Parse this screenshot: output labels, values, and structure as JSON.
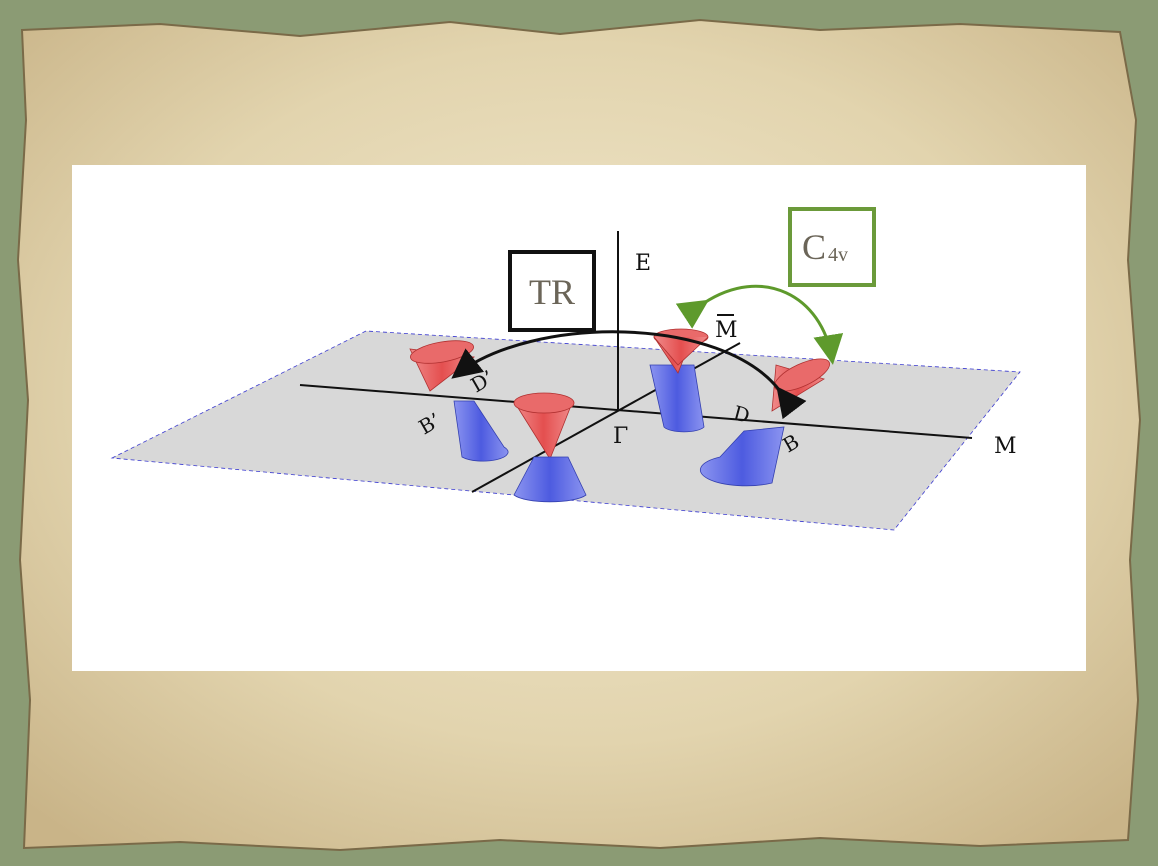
{
  "labels": {
    "energy_axis": "E",
    "m_bar": "M",
    "m": "M",
    "gamma": "Γ",
    "d": "D",
    "b": "B",
    "d_prime": "D’",
    "b_prime": "B’"
  },
  "boxes": {
    "time_reversal": "TR",
    "symmetry_main": "C",
    "symmetry_sub": "4v"
  },
  "colors": {
    "background_green": "#8a9a72",
    "paper": "#e8dcb8",
    "plane": "#d8d8d8",
    "cone_red": "#e96a6a",
    "cone_blue": "#6673e3",
    "tr_arrow": "#111111",
    "c4v_arrow": "#5e9a2c"
  }
}
